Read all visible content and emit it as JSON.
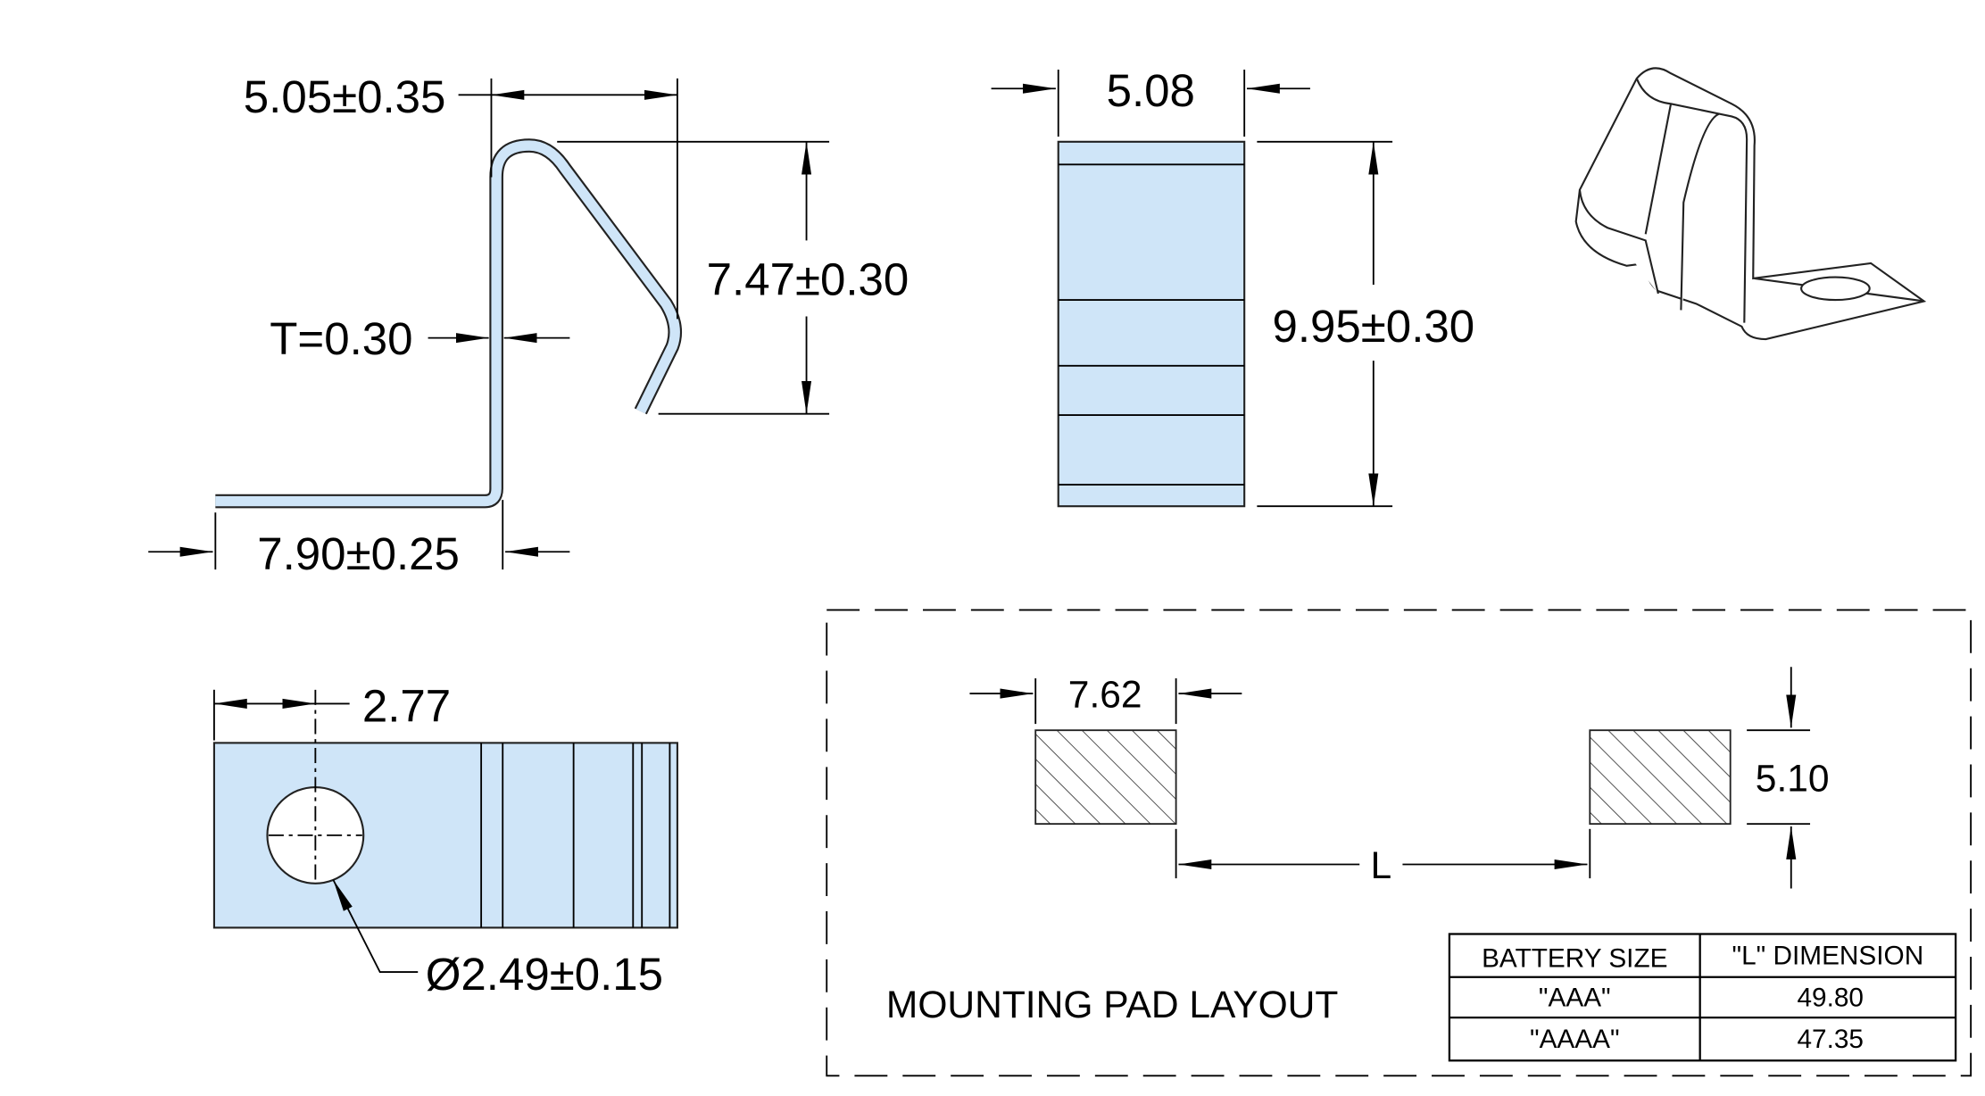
{
  "colors": {
    "part_fill": "#cfe5f8",
    "line": "#000000"
  },
  "side_view": {
    "width_dim": "5.05±0.35",
    "height_dim": "7.47±0.30",
    "thickness_dim": "T=0.30",
    "foot_dim": "7.90±0.25"
  },
  "top_view": {
    "width_dim": "5.08",
    "length_dim": "9.95±0.30"
  },
  "bottom_view": {
    "hole_offset_dim": "2.77",
    "hole_diameter_dim": "Ø2.49±0.15"
  },
  "pad_layout": {
    "title": "MOUNTING PAD LAYOUT",
    "pad_width_dim": "7.62",
    "pad_height_dim": "5.10",
    "spacing_label": "L",
    "table": {
      "headers": [
        "BATTERY SIZE",
        "\"L\" DIMENSION"
      ],
      "rows": [
        [
          "\"AAA\"",
          "49.80"
        ],
        [
          "\"AAAA\"",
          "47.35"
        ]
      ]
    }
  }
}
